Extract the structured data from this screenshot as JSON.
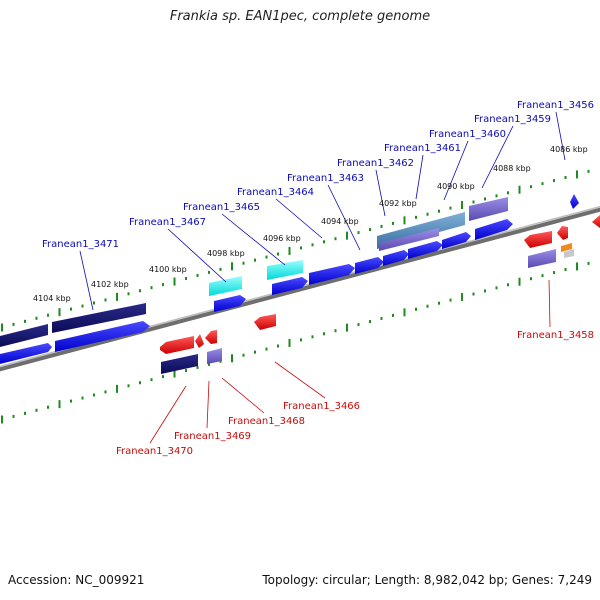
{
  "title": "Frankia sp. EAN1pec, complete genome",
  "footer": {
    "accession": "Accession: NC_009921",
    "summary": "Topology: circular; Length: 8,982,042 bp; Genes: 7,249"
  },
  "colors": {
    "plus_label": "#0b0bb5",
    "minus_label": "#c80a0a",
    "tick": "#1f8a1f",
    "backbone": "#7f7f7f"
  },
  "scale_labels_top": [
    "4104 kbp",
    "4102 kbp",
    "4100 kbp",
    "4098 kbp",
    "4096 kbp",
    "4094 kbp",
    "4092 kbp",
    "4090 kbp",
    "4088 kbp",
    "4086 kbp"
  ],
  "genes_plus": [
    "Franean1_3471",
    "Franean1_3467",
    "Franean1_3465",
    "Franean1_3464",
    "Franean1_3463",
    "Franean1_3462",
    "Franean1_3461",
    "Franean1_3460",
    "Franean1_3459",
    "Franean1_3456"
  ],
  "genes_minus": [
    "Franean1_3470",
    "Franean1_3469",
    "Franean1_3468",
    "Franean1_3466",
    "Franean1_3458"
  ]
}
